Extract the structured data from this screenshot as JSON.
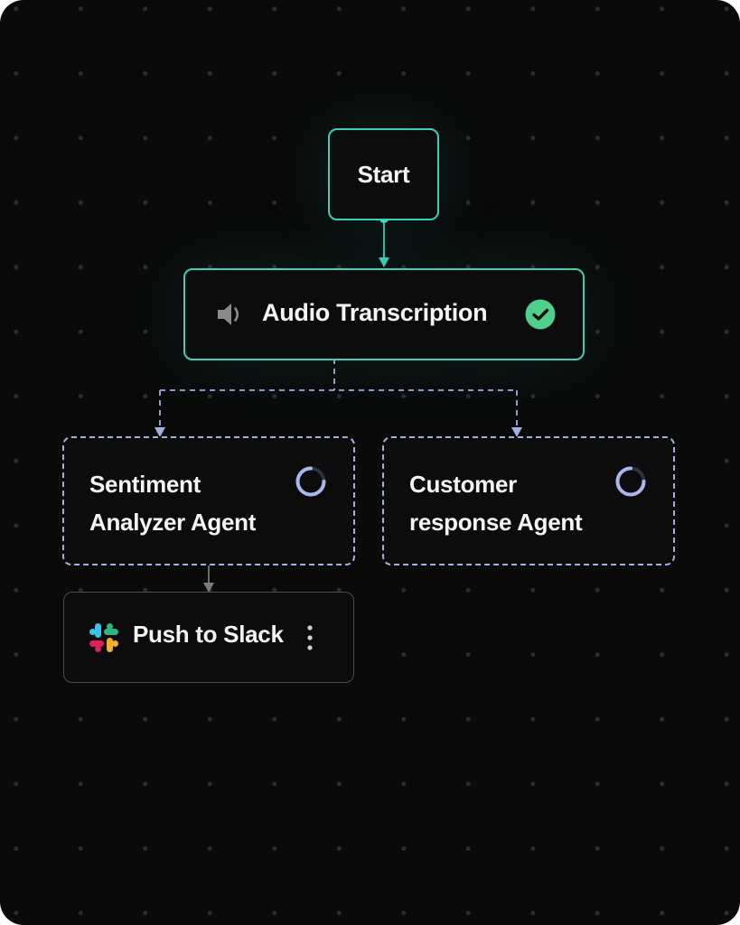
{
  "nodes": {
    "start": {
      "label": "Start"
    },
    "audio_transcription": {
      "label": "Audio Transcription",
      "icon": "speaker-icon",
      "status_icon": "check-circle-icon"
    },
    "sentiment_agent": {
      "label": "Sentiment Analyzer Agent",
      "status_icon": "spinner-icon"
    },
    "customer_agent": {
      "label": "Customer response Agent",
      "status_icon": "spinner-icon"
    },
    "push_to_slack": {
      "label": "Push to Slack",
      "icon": "slack-icon",
      "menu_icon": "kebab-menu-icon"
    }
  },
  "edges": [
    {
      "from": "Start",
      "to": "Audio Transcription",
      "style": "solid"
    },
    {
      "from": "Audio Transcription",
      "to": "Sentiment Analyzer Agent",
      "style": "dashed"
    },
    {
      "from": "Audio Transcription",
      "to": "Customer response Agent",
      "style": "dashed"
    },
    {
      "from": "Sentiment Analyzer Agent",
      "to": "Push to Slack",
      "style": "solid"
    }
  ],
  "colors": {
    "background": "#0a0a0a",
    "active_border": "#3ecfb5",
    "pending_border": "#9fb0e6",
    "idle_border": "#4a4a4a",
    "success": "#4fd08a",
    "text": "#f4f4f4"
  }
}
